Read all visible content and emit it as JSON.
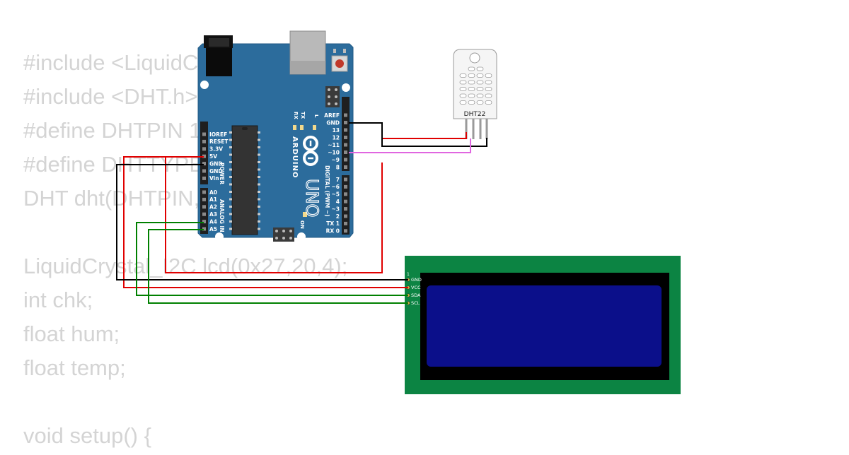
{
  "code": {
    "lines": [
      "#include <LiquidCrystal_I2C.h>",
      "#include <DHT.h>",
      "#define DHTPIN 10",
      "#define DHTTYPE DHT22",
      "DHT dht(DHTPIN, DHTTYPE);",
      "",
      "LiquidCrystal_I2C lcd(0x27,20,4);",
      "int chk;",
      "float hum;",
      "float temp;",
      "",
      "void setup() {"
    ]
  },
  "arduino": {
    "brand": "ARDUINO",
    "model": "UNO",
    "labels": {
      "tx": "TX",
      "rx": "RX",
      "l": "L",
      "on": "ON",
      "power": "POWER",
      "analog_in": "ANALOG IN",
      "digital": "DIGITAL (PWM ~)"
    },
    "power_pins": [
      "IOREF",
      "RESET",
      "3.3V",
      "5V",
      "GND",
      "GND",
      "Vin"
    ],
    "analog_pins": [
      "A0",
      "A1",
      "A2",
      "A3",
      "A4",
      "A5"
    ],
    "digital_pins_top": [
      "AREF",
      "GND",
      "13",
      "12",
      "~11",
      "~10",
      "~9",
      "8"
    ],
    "digital_pins_bottom": [
      "7",
      "~6",
      "~5",
      "4",
      "~3",
      "2",
      "TX 1",
      "RX 0"
    ],
    "colors": {
      "board": "#2c6c9c",
      "header": "#1f1f1f",
      "chip": "#333333",
      "reset": "#c0392b"
    }
  },
  "dht": {
    "label": "DHT22",
    "colors": {
      "body": "#f5f5f5",
      "outline": "#9a9a9a"
    }
  },
  "lcd": {
    "pin_index": "1",
    "pins": [
      "GND",
      "VCC",
      "SDA",
      "SCL"
    ],
    "colors": {
      "pcb": "#0c8443",
      "bezel": "#000000",
      "screen": "#0b0f8a"
    }
  },
  "wire_colors": {
    "gnd": "#000000",
    "vcc": "#e00000",
    "data": "#e066e0",
    "i2c": "#008000"
  }
}
